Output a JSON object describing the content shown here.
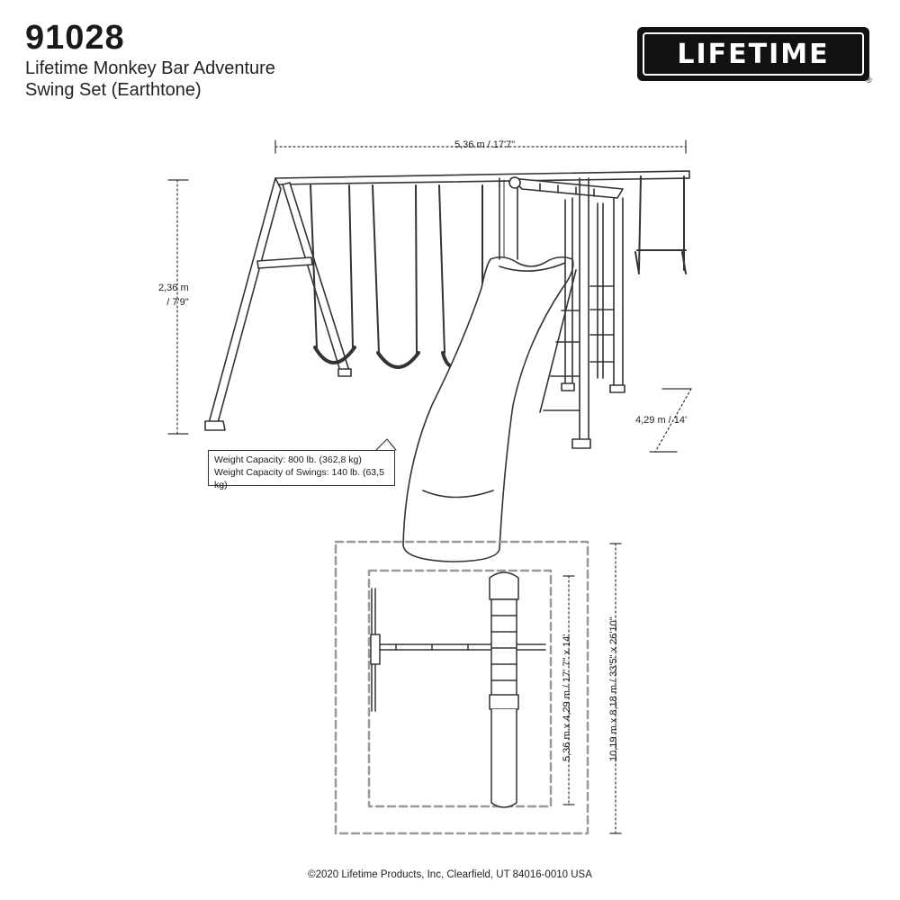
{
  "header": {
    "model_number": "91028",
    "product_name_line1": "Lifetime Monkey Bar Adventure",
    "product_name_line2": "Swing Set (Earthtone)"
  },
  "logo": {
    "text": "LIFETIME",
    "registered_mark": "®"
  },
  "dimensions": {
    "width": "5,36 m / 17'7\"",
    "height_metric": "2,36 m",
    "height_imperial": "/ 7'9\"",
    "depth": "4,29 m / 14'"
  },
  "weight_capacity": {
    "total": "Weight Capacity: 800 lb. (362,8 kg)",
    "swings": "Weight Capacity of Swings: 140 lb. (63,5 kg)"
  },
  "footprint": {
    "inner": "5,36 m x 4,29 m / 17' 7\" x 14'",
    "outer": "10,19 m x 8,18 m / 33'5\" x 26'10\""
  },
  "footer": {
    "copyright": "©2020 Lifetime Products, Inc, Clearfield, UT 84016-0010 USA"
  },
  "colors": {
    "line": "#333333",
    "logo_bg": "#111111"
  }
}
